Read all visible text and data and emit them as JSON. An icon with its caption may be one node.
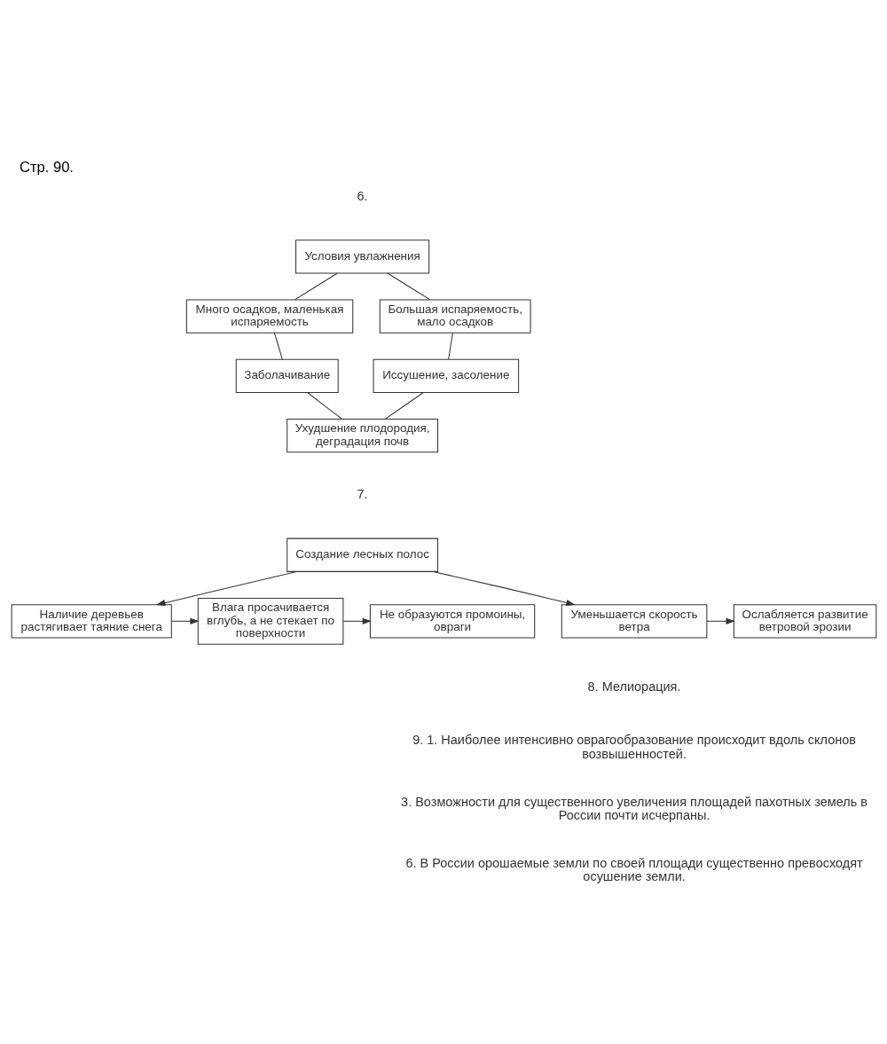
{
  "diagram": {
    "title": "Стр. 90.",
    "nodes": [
      {
        "text": [
          "Условия увлажнения"
        ]
      },
      {
        "text": [
          "Много осадков, маленькая испаряемость"
        ]
      },
      {
        "text": [
          "Большая испаряемость, мало осадков"
        ]
      },
      {
        "text": [
          "Заболачивание"
        ]
      },
      {
        "text": [
          "Иссушение, засоление"
        ]
      },
      {
        "text": [
          "Ухудшение плодородия, деградация почв"
        ]
      },
      {
        "text": [
          "Создание лесных полос"
        ]
      },
      {
        "text": [
          "Наличие деревьев растягивает таяние снега"
        ]
      },
      {
        "text": [
          "Влага просачивается вглубь, а не стекает по поверхности"
        ]
      },
      {
        "text": [
          "Не образуются промоины, овраги"
        ]
      },
      {
        "text": [
          "Уменьшается скорость ветра"
        ]
      },
      {
        "text": [
          "Ослабляется развитие ветровой эрозии"
        ]
      }
    ],
    "edges": [
      {
        "from": 0,
        "to": 1,
        "arrow": "none"
      },
      {
        "from": 0,
        "to": 2,
        "arrow": "none"
      },
      {
        "from": 1,
        "to": 3,
        "arrow": "none"
      },
      {
        "from": 2,
        "to": 4,
        "arrow": "none"
      },
      {
        "from": 3,
        "to": 5,
        "arrow": "none"
      },
      {
        "from": 4,
        "to": 5,
        "arrow": "none"
      },
      {
        "from": 6,
        "to": 7,
        "arrow": "to"
      },
      {
        "from": 7,
        "to": 8,
        "arrow": "to"
      },
      {
        "from": 8,
        "to": 9,
        "arrow": "to"
      },
      {
        "from": 6,
        "to": 10,
        "arrow": "to"
      },
      {
        "from": 10,
        "to": 11,
        "arrow": "to"
      }
    ],
    "labels": [
      "6.",
      "7.",
      "8. Мелиорация.",
      "9. 1. Наиболее интенсивно оврагообразование происходит вдоль склонов возвышенностей.",
      "3. Возможности для существенного увеличения площадей пахотных земель в России почти исчерпаны.",
      "6. В России орошаемые земли по своей площади существенно превосходят осушение земли."
    ]
  }
}
